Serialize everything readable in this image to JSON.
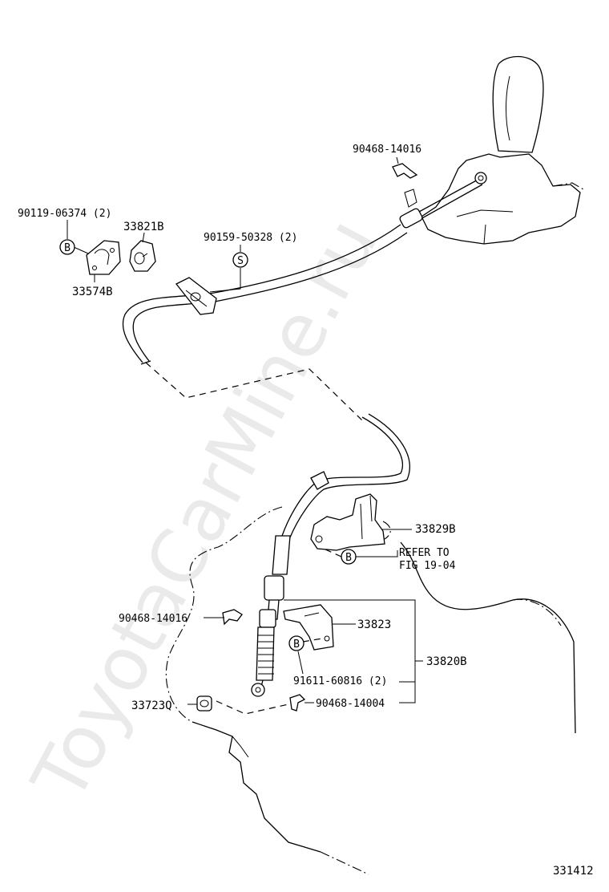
{
  "diagram": {
    "watermark": "ToyotaCarMine.ru",
    "figure_id": "331412",
    "labels": {
      "p90468_14016_top": "90468-14016",
      "p90119_06374": "90119-06374 (2)",
      "p33821B": "33821B",
      "p90159_50328": "90159-50328 (2)",
      "p33574B": "33574B",
      "p33829B": "33829B",
      "refer_line1": "REFER TO",
      "refer_line2": "FIG 19-04",
      "p90468_14016_mid": "90468-14016",
      "p33823": "33823",
      "p33820B": "33820B",
      "p91611_60816": "91611-60816 (2)",
      "p33723Q": "33723Q",
      "p90468_14004": "90468-14004"
    },
    "markers": {
      "b1": "B",
      "s1": "S",
      "b2": "B",
      "b3": "B"
    }
  }
}
